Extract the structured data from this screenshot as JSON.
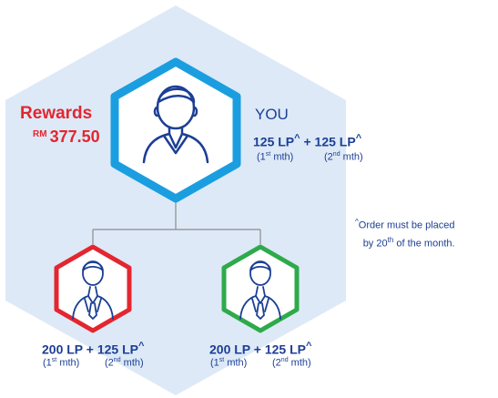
{
  "colors": {
    "background_hexagon": "#dde9f7",
    "accent_blue": "#1a9ee0",
    "navy": "#1c3f94",
    "red": "#e3262f",
    "green": "#2eaa4a",
    "connector": "#8c8c8c"
  },
  "rewards": {
    "title": "Rewards",
    "currency": "RM",
    "amount": "377.50"
  },
  "you": {
    "label": "YOU",
    "lp_first": "125 LP",
    "lp_plus": " + ",
    "lp_second": "125 LP",
    "caret": "^",
    "month1_num": "1",
    "month1_sup": "st",
    "month1_unit": "mth",
    "month2_num": "2",
    "month2_sup": "nd",
    "month2_unit": "mth"
  },
  "note": {
    "caret": "^",
    "line1": "Order must be placed",
    "line2_prefix": "by 20",
    "line2_sup": "th",
    "line2_suffix": " of the month."
  },
  "downlines": [
    {
      "lp_first": "200 LP",
      "lp_plus": " + ",
      "lp_second": "125 LP",
      "caret": "^",
      "month1_num": "1",
      "month1_sup": "st",
      "month1_unit": "mth",
      "month2_num": "2",
      "month2_sup": "nd",
      "month2_unit": "mth"
    },
    {
      "lp_first": "200 LP",
      "lp_plus": " + ",
      "lp_second": "125 LP",
      "caret": "^",
      "month1_num": "1",
      "month1_sup": "st",
      "month1_unit": "mth",
      "month2_num": "2",
      "month2_sup": "nd",
      "month2_unit": "mth"
    }
  ],
  "icons": {
    "you": "person-icon",
    "downline_left": "businessman-icon",
    "downline_right": "businessman-icon"
  }
}
